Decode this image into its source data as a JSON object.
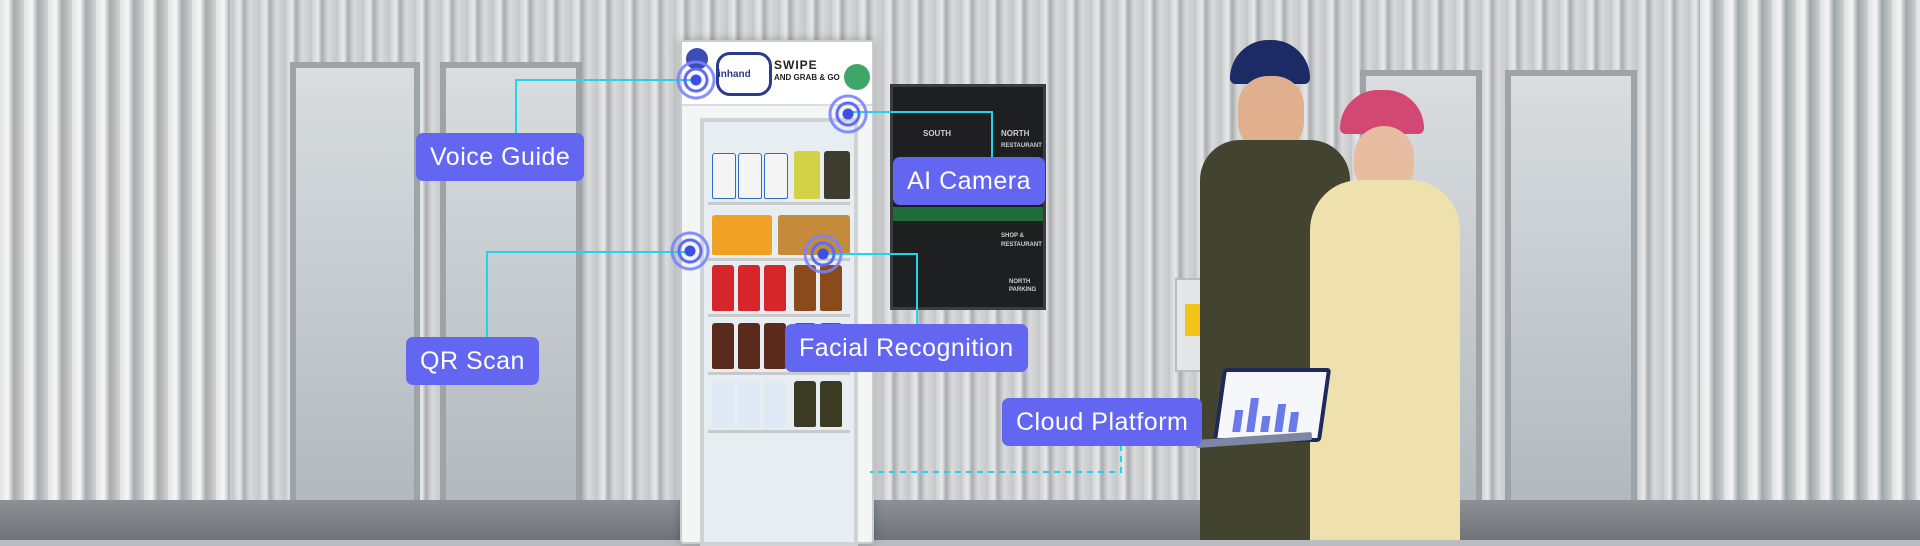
{
  "callouts": {
    "voice_guide": "Voice Guide",
    "ai_camera": "AI Camera",
    "qr_scan": "QR Scan",
    "facial_recognition": "Facial Recognition",
    "cloud_platform": "Cloud Platform"
  },
  "fridge_branding": {
    "logo_text": "inhand",
    "headline": "SWIPE",
    "subline": "AND GRAB & GO"
  },
  "wayfinding_sign": {
    "left_heading": "SOUTH",
    "right_heading": "NORTH",
    "right_sub": "RESTAURANT",
    "lower_1": "SHOP &",
    "lower_2": "RESTAURANT",
    "lower_3": "NORTH",
    "lower_4": "PARKING"
  },
  "colors": {
    "callout_fill": "#6366f1",
    "connector_line": "#22d3ee",
    "ring": "#5b6bf2"
  }
}
